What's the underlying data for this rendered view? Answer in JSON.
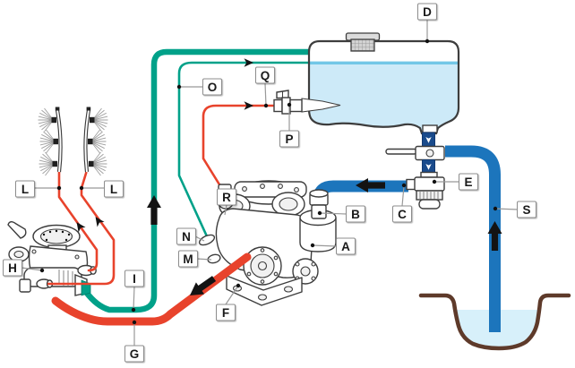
{
  "diagram": {
    "type": "sprayer-pump-hydraulic-circuit-schematic",
    "labels": {
      "A": "A",
      "B": "B",
      "C": "C",
      "D": "D",
      "E": "E",
      "F": "F",
      "G": "G",
      "H": "H",
      "I": "I",
      "L": "L",
      "M": "M",
      "N": "N",
      "O": "O",
      "P": "P",
      "Q": "Q",
      "R": "R",
      "S": "S"
    }
  },
  "colors": {
    "teal": "#00A189",
    "red": "#E8432C",
    "blue": "#1C75BC",
    "navy": "#1A4B8C",
    "liquid": "#CDEAF8",
    "surface": "#72C7E7",
    "pitwater": "#D7F0FA",
    "brown": "#5E3A2A",
    "ink": "#3D3D3D",
    "leader": "#999999"
  }
}
